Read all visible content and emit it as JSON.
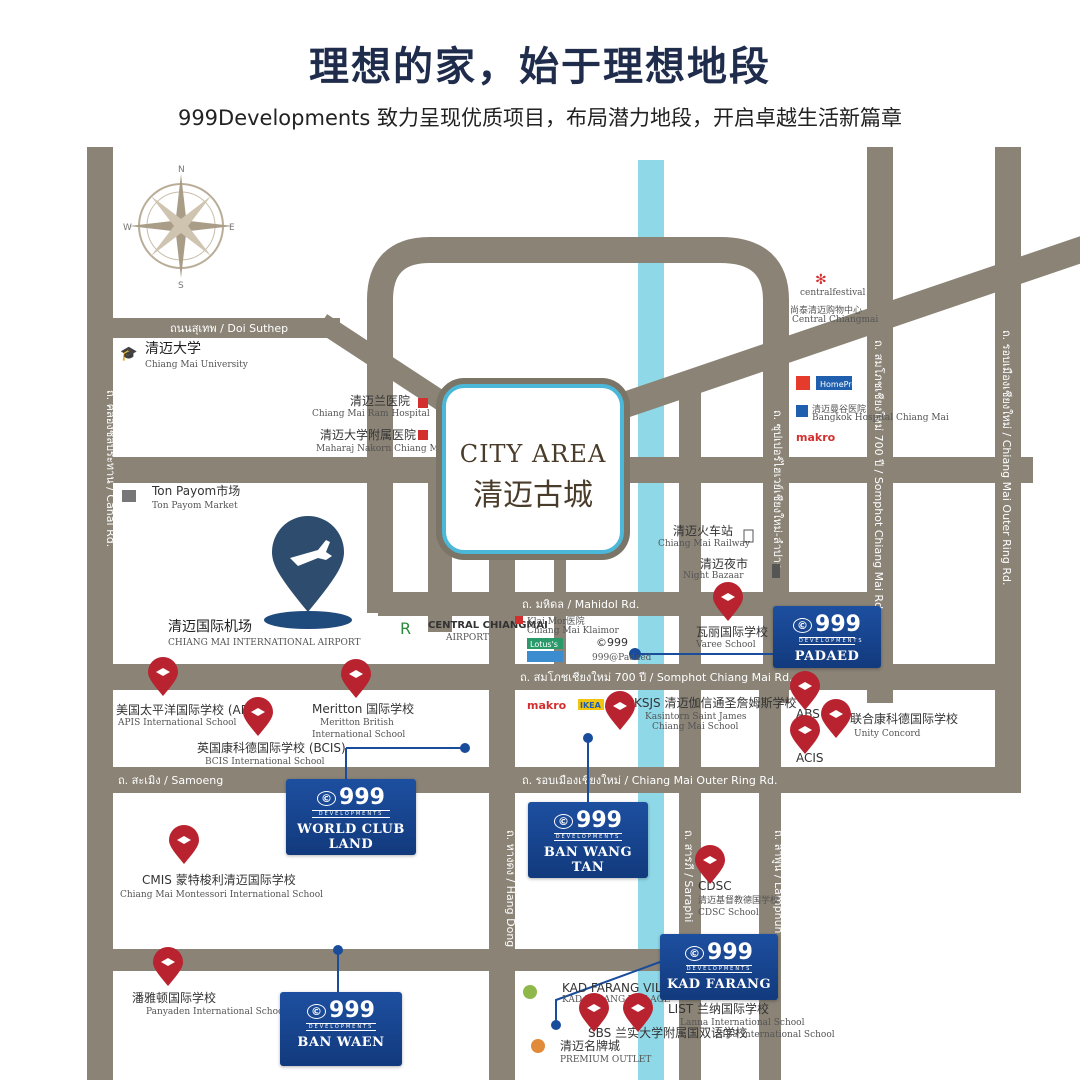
{
  "header": {
    "title": "理想的家，始于理想地段",
    "subtitle": "999Developments 致力呈现优质项目，布局潜力地段，开启卓越生活新篇章"
  },
  "colors": {
    "road": "#8a8376",
    "river": "#8fd8e8",
    "project": "#1a4c9c",
    "pin": "#b8232f",
    "title": "#1f2c4c"
  },
  "compass": {
    "n": "N",
    "s": "S",
    "e": "E",
    "w": "W"
  },
  "city_area": {
    "en": "CITY AREA",
    "cn": "清迈古城"
  },
  "roads": {
    "doi_suthep": "ถนนสุเทพ / Doi Suthep",
    "canal": "ถ. คลองชลประทาน / Canal Rd.",
    "mahidol": "ถ. มหิดล / Mahidol Rd.",
    "somphot": "ถ. สมโภชเชียงใหม่ 700 ปี / Somphot Chiang Mai Rd.",
    "samoeng": "ถ. สะเมิง / Samoeng",
    "outer_ring": "ถ. รอบเมืองเชียงใหม่ / Chiang Mai Outer Ring Rd.",
    "outer_ring_v": "ถ. รอบเมืองเชียงใหม่ / Chiang Mai Outer Ring Rd.",
    "somphot_v": "ถ. สมโภชเชียงใหม่ 700 ปี / Somphot Chiang Mai Rd.",
    "superhighway": "ถ. ซุปเปอร์ไฮเวย์เชียงใหม่-ลำปาง",
    "hang_dong": "ถ. หางดง / Hang Dong",
    "saraphi": "ถ. สารภี / Saraphi",
    "lamphun": "ถ. ลำพูน / Lamphun"
  },
  "places": {
    "cmu_cn": "清迈大学",
    "cmu_en": "Chiang Mai University",
    "ram_cn": "清迈兰医院",
    "ram_en": "Chiang Mai Ram Hospital",
    "maharaj_cn": "清迈大学附属医院",
    "maharaj_en": "Maharaj Nakorn Chiang Mai",
    "tonpayom_cn": "Ton Payom市场",
    "tonpayom_en": "Ton Payom Market",
    "airport_cn": "清迈国际机场",
    "airport_en": "CHIANG MAI INTERNATIONAL AIRPORT",
    "central_airport": "CENTRAL CHIANGMAI",
    "central_airport_sub": "AIRPORT",
    "festival_brand": "centralfestival",
    "festival_cn": "尚泰清迈购物中心",
    "festival_en": "Central Chiangmai",
    "homepro": "HomePro",
    "bangkok_hosp_cn": "清迈曼谷医院",
    "bangkok_hosp_en": "Bangkok Hospital Chiang Mai",
    "makro": "makro",
    "railway_cn": "清迈火车站",
    "railway_en": "Chiang Mai Railway",
    "night_cn": "清迈夜市",
    "night_en": "Night Bazaar",
    "klaimor_cn": "Klai Mor医院",
    "klaimor_en": "Chiang Mai Klaimor",
    "lotus": "Lotus's",
    "padaed_small": "999@Padaed",
    "varee_cn": "瓦丽国际学校",
    "varee_en": "Varee School",
    "apis_cn": "美国太平洋国际学校 (APIS)",
    "apis_en": "APIS International School",
    "meritton_cn": "Meritton 国际学校",
    "meritton_en1": "Meritton British",
    "meritton_en2": "International School",
    "bcis_cn": "英国康科德国际学校 (BCIS)",
    "bcis_en": "BCIS International School",
    "ksjs_cn": "KSJS 清迈伽信通圣詹姆斯学校",
    "ksjs_en1": "Kasintorn Saint James",
    "ksjs_en2": "Chiang Mai School",
    "ikea": "IKEA",
    "abs": "ABS",
    "acis": "ACIS",
    "unity_cn": "联合康科德国际学校",
    "unity_en": "Unity Concord",
    "cmis_cn": "CMIS 蒙特梭利清迈国际学校",
    "cmis_en": "Chiang Mai Montessori International School",
    "cdsc_cn": "CDSC",
    "cdsc_cn2": "清迈基督教德国学校",
    "cdsc_en": "CDSC School",
    "panyaden_cn": "潘雅顿国际学校",
    "panyaden_en": "Panyaden International School",
    "kadfarang_village": "KAD FARANG VILLAGE",
    "kadfarang_village_sub": "KAD FARANG VILLAGE",
    "list_cn": "LIST 兰纳国际学校",
    "list_en": "Lanna International School",
    "sbs_cn": "SBS 兰实大学附属国双语学校",
    "sbs_en": "SIBS International School",
    "premium_cn": "清迈名牌城",
    "premium_en": "PREMIUM OUTLET"
  },
  "projects": [
    {
      "logo": "999",
      "dev": "DEVELOPMENTS",
      "name": "PADAED"
    },
    {
      "logo": "999",
      "dev": "DEVELOPMENTS",
      "name": "WORLD CLUB LAND"
    },
    {
      "logo": "999",
      "dev": "DEVELOPMENTS",
      "name": "BAN WANG TAN"
    },
    {
      "logo": "999",
      "dev": "DEVELOPMENTS",
      "name": "KAD FARANG"
    },
    {
      "logo": "999",
      "dev": "DEVELOPMENTS",
      "name": "BAN WAEN"
    }
  ]
}
